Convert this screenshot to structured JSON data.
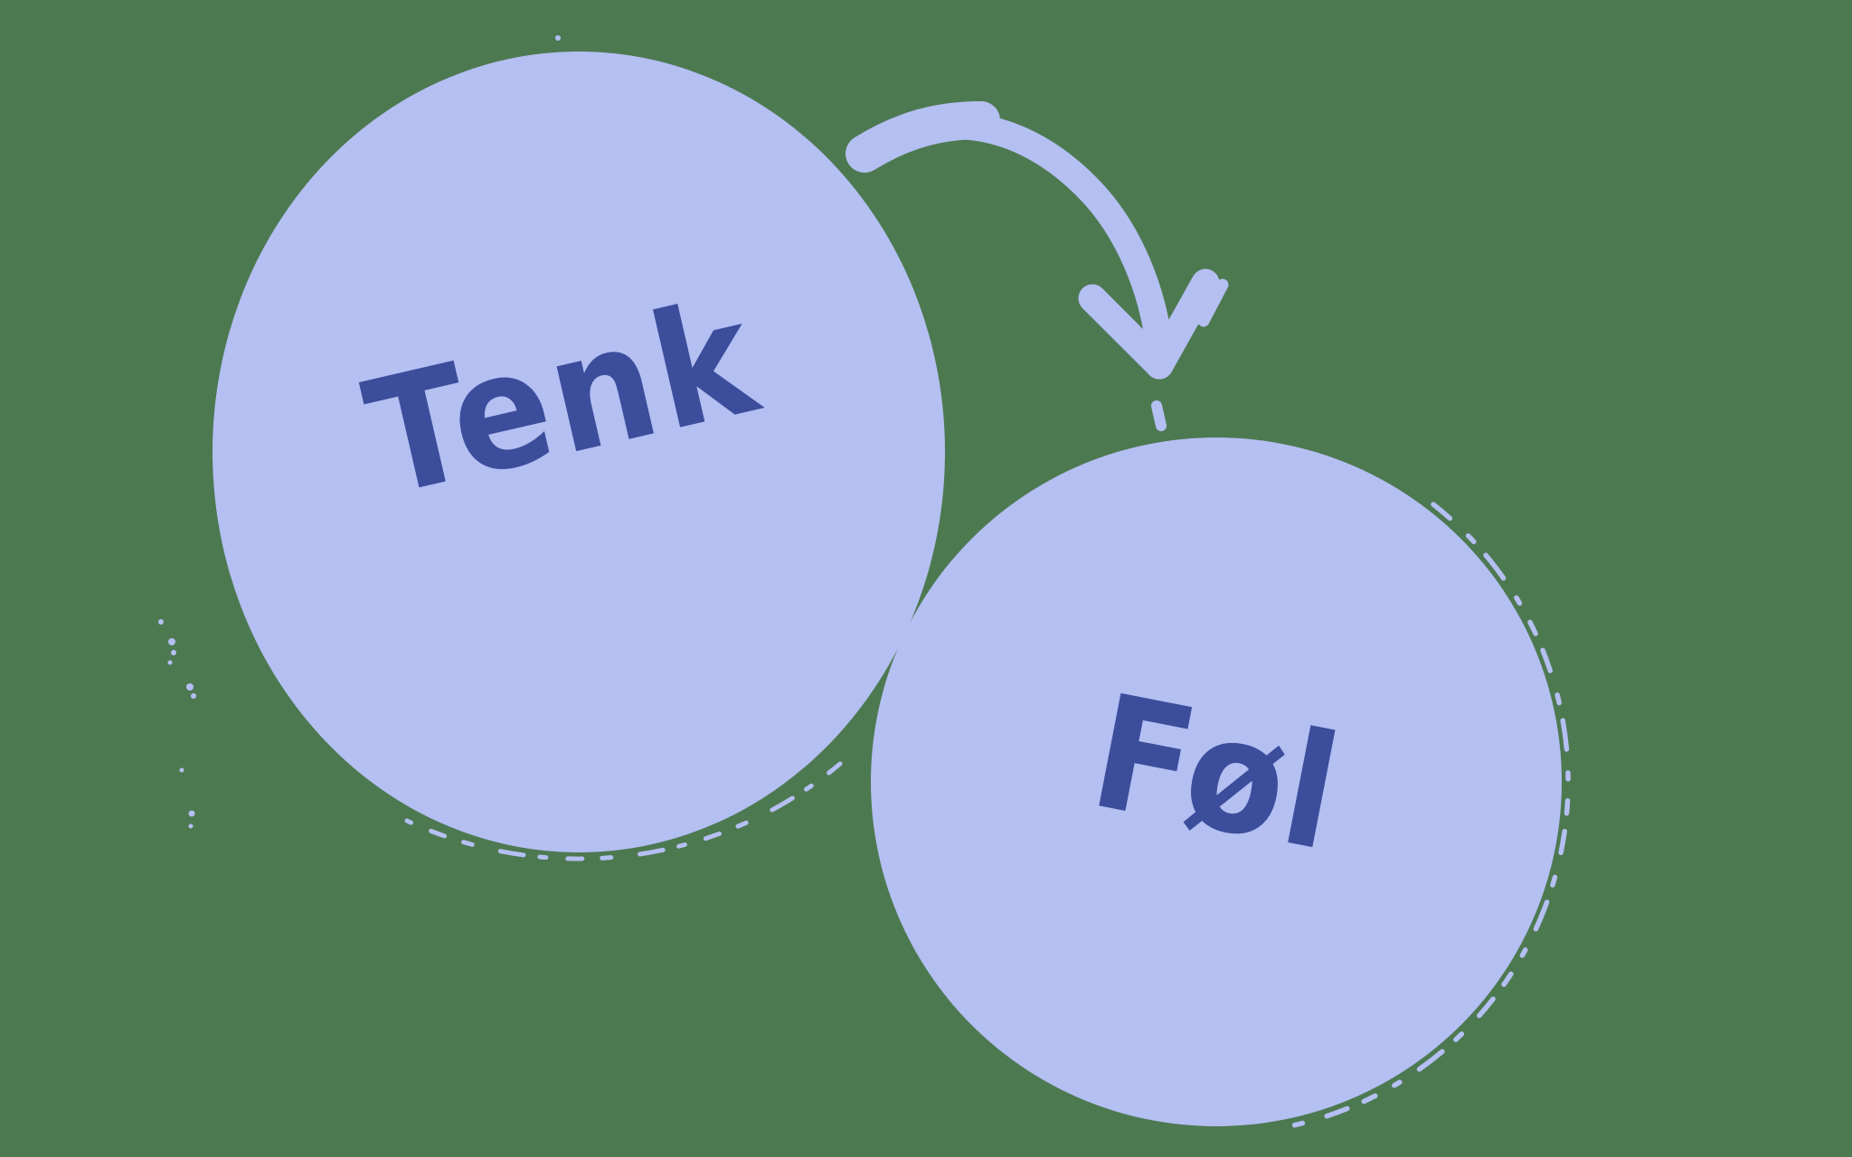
{
  "illustration": {
    "background_color": "#4d7951",
    "bubble_color": "#b4bff2",
    "ink_color": "#3c4d9c",
    "nodes": [
      {
        "id": "tenk",
        "label": "Tenk"
      },
      {
        "id": "fol",
        "label": "Føl"
      }
    ],
    "connector": {
      "type": "hand-drawn-curved-arrow",
      "from": "tenk",
      "to": "fol"
    }
  }
}
